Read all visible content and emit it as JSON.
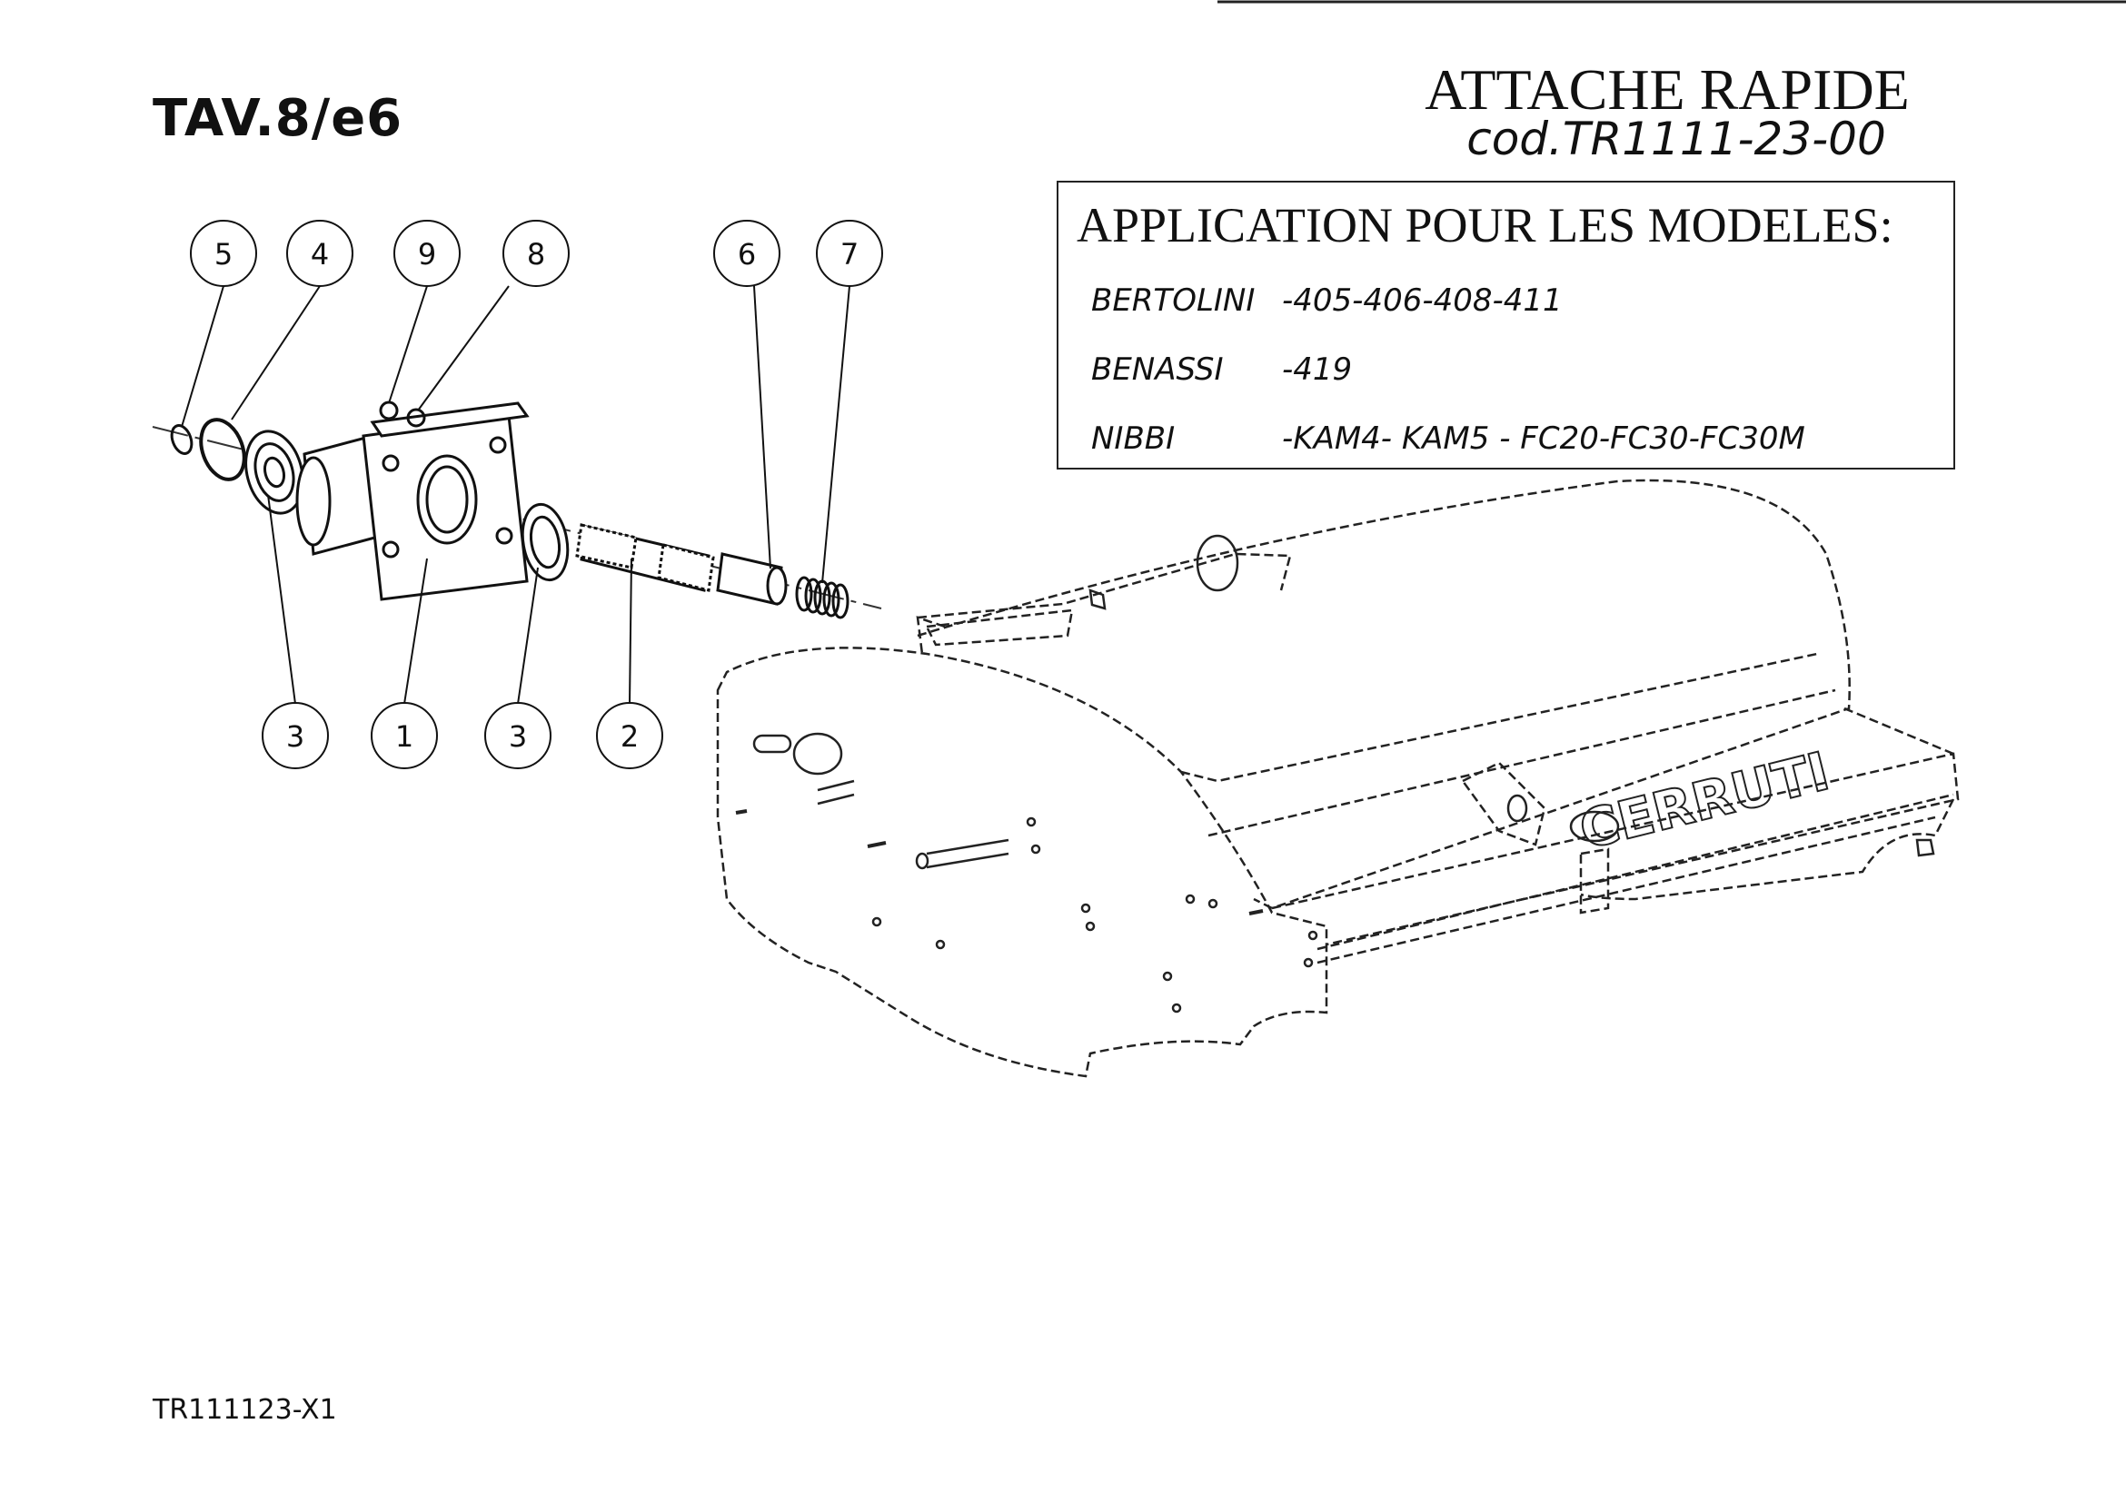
{
  "sheet_id": "TAV.8/e6",
  "title": "ATTACHE RAPIDE",
  "code": "cod.TR1111-23-00",
  "application": {
    "heading": "APPLICATION POUR LES MODELES:",
    "rows": [
      {
        "brand": "BERTOLINI",
        "models": "-405-406-408-411"
      },
      {
        "brand": "BENASSI",
        "models": "-419"
      },
      {
        "brand": "NIBBI",
        "models": "-KAM4- KAM5 - FC20-FC30-FC30M"
      }
    ]
  },
  "callouts": [
    "5",
    "4",
    "9",
    "8",
    "6",
    "7",
    "3",
    "1",
    "3",
    "2"
  ],
  "machine_logo": "CERRUTI",
  "footer_ref": "TR111123-X1"
}
